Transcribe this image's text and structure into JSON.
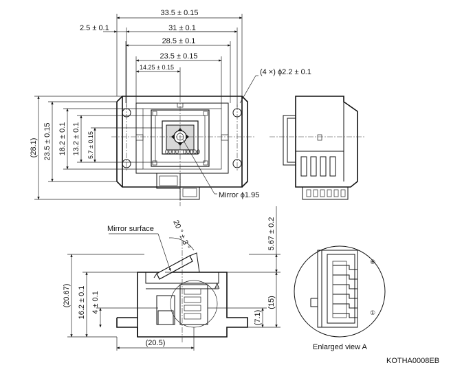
{
  "dimensions": {
    "top_width_33_5": "33.5 ± 0.15",
    "offset_2_5": "2.5 ± 0.1",
    "width_31": "31 ± 0.1",
    "width_28_5": "28.5 ± 0.1",
    "width_23_5": "23.5 ± 0.15",
    "width_14_25": "14.25 ± 0.15",
    "holes": "(4 ×) ϕ2.2 ± 0.1",
    "height_28_1": "(28.1)",
    "height_23_5": "23.5 ± 0.15",
    "height_18_2": "18.2 ± 0.1",
    "height_13_2": "13.2 ± 0.1",
    "height_5_7": "5.7 ± 0.15",
    "mirror_dia": "Mirror ϕ1.95",
    "mirror_surface": "Mirror surface",
    "angle": "20 ° ± 3 °",
    "height_5_67": "5.67 ± 0.2",
    "height_20_67": "(20.67)",
    "height_16_2": "16.2 ± 0.1",
    "height_4": "4 ± 0.1",
    "height_15": "(15)",
    "height_7_1": "(7.1)",
    "width_20_5": "(20.5)",
    "detail_label": "A"
  },
  "chip_markings": {
    "left": "0000",
    "right": "00000"
  },
  "enlarged_view": {
    "title": "Enlarged view A",
    "pin_first": "①",
    "pin_last": "⑥"
  },
  "drawing_code": "KOTHA0008EB"
}
